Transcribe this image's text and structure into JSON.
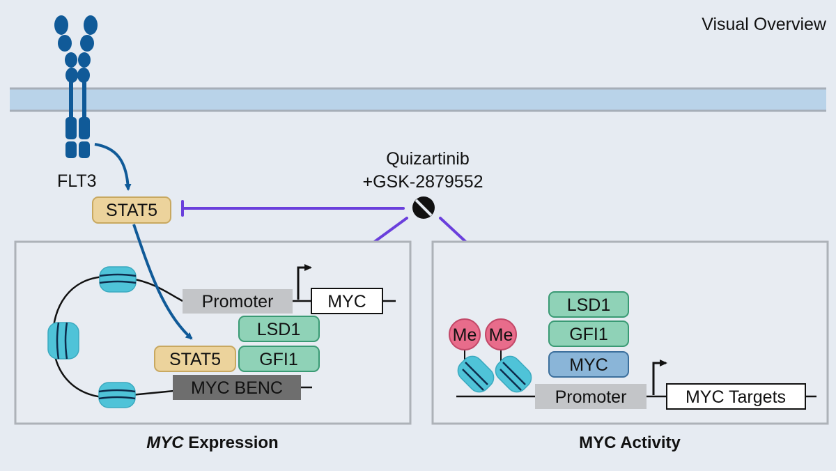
{
  "header": {
    "visual_overview": "Visual Overview"
  },
  "receptor": {
    "label": "FLT3"
  },
  "drug": {
    "line1": "Quizartinib",
    "line2": "+GSK-2879552"
  },
  "stat5_top": {
    "label": "STAT5"
  },
  "left_panel": {
    "promoter": "Promoter",
    "myc_gene": "MYC",
    "lsd1": "LSD1",
    "gfi1": "GFI1",
    "stat5": "STAT5",
    "benc": "MYC BENC",
    "caption_italic": "MYC",
    "caption_rest": " Expression"
  },
  "right_panel": {
    "lsd1": "LSD1",
    "gfi1": "GFI1",
    "myc": "MYC",
    "me1": "Me",
    "me2": "Me",
    "promoter": "Promoter",
    "targets": "MYC Targets",
    "caption": "MYC Activity"
  },
  "colors": {
    "background": "#e6ebf2",
    "membrane": "#b9d3e9",
    "receptor": "#105a98",
    "stat5_fill": "#ecd39c",
    "green_fill": "#8fd2b7",
    "myc_fill": "#8ab5d8",
    "inhibit_line": "#6a3fdc",
    "nucleosome": "#4fc3d8",
    "methyl": "#e86c8b"
  }
}
